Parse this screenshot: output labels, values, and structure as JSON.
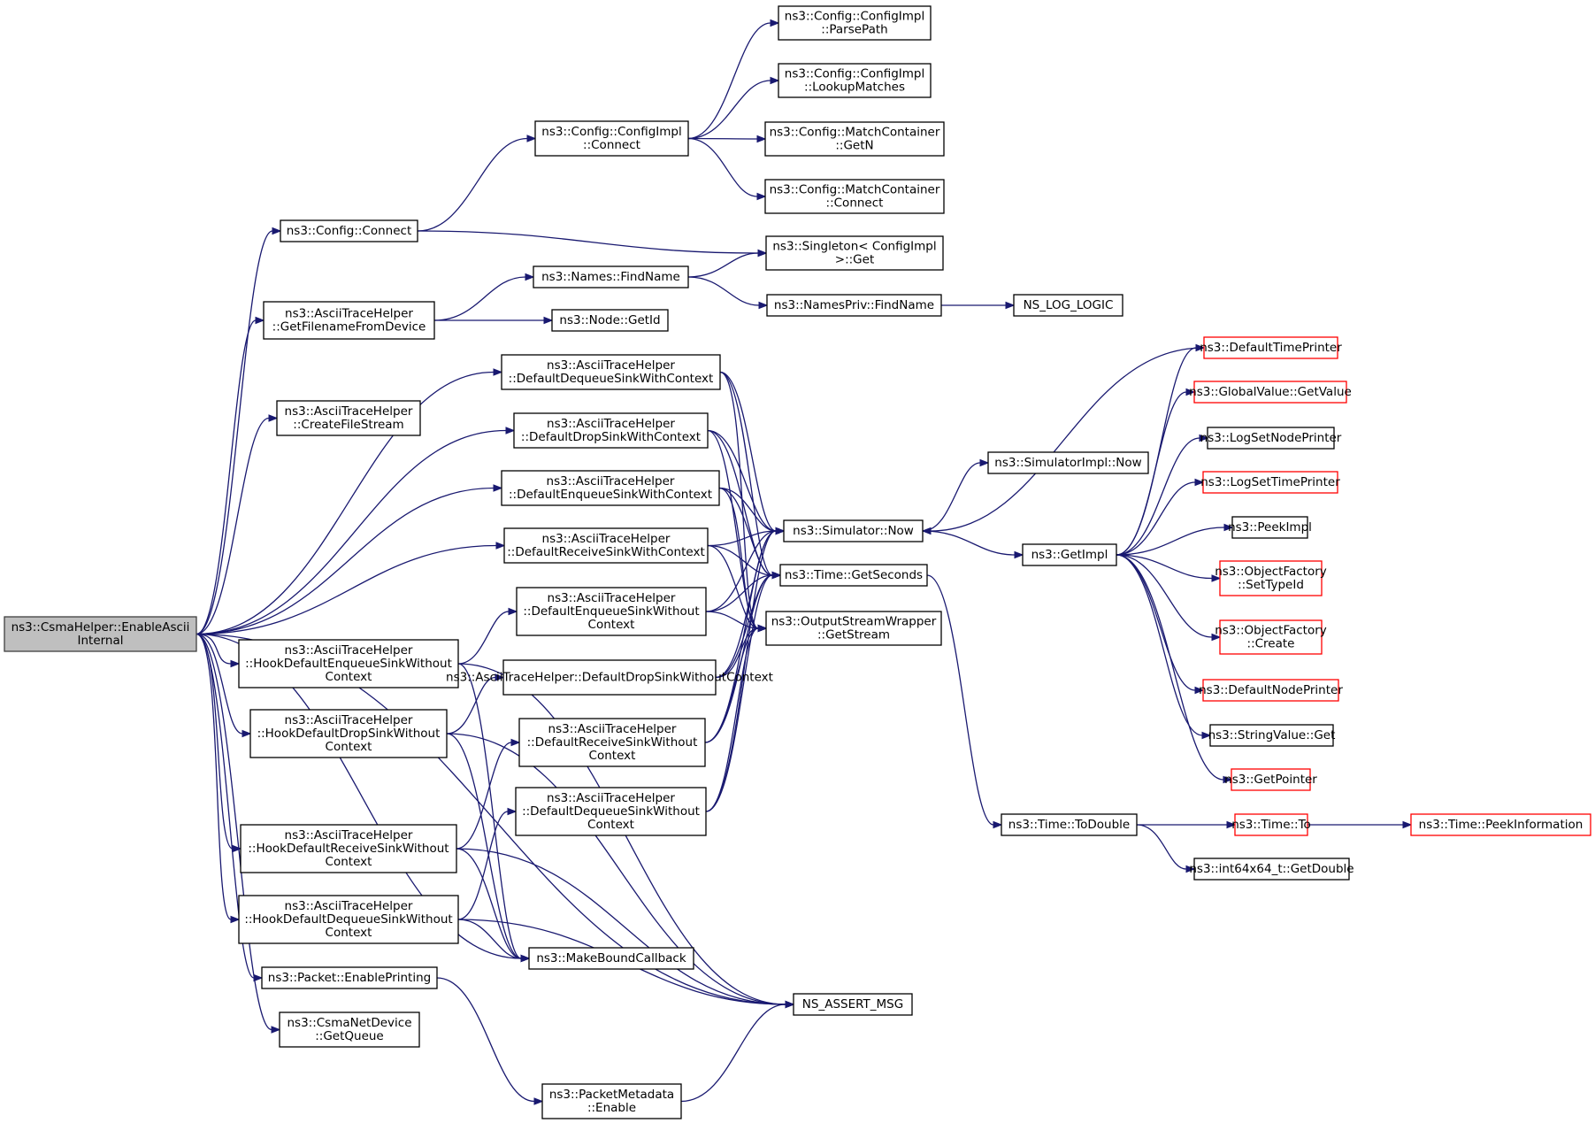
{
  "nodes": [
    {
      "id": "root",
      "lines": [
        "ns3::CsmaHelper::EnableAscii",
        "Internal"
      ],
      "style": "root"
    },
    {
      "id": "config_connect",
      "lines": [
        "ns3::Config::Connect"
      ]
    },
    {
      "id": "getfilename",
      "lines": [
        "ns3::AsciiTraceHelper",
        "::GetFilenameFromDevice"
      ]
    },
    {
      "id": "createfilestream",
      "lines": [
        "ns3::AsciiTraceHelper",
        "::CreateFileStream"
      ]
    },
    {
      "id": "deq_ctx",
      "lines": [
        "ns3::AsciiTraceHelper",
        "::DefaultDequeueSinkWithContext"
      ]
    },
    {
      "id": "drop_ctx",
      "lines": [
        "ns3::AsciiTraceHelper",
        "::DefaultDropSinkWithContext"
      ]
    },
    {
      "id": "enq_ctx",
      "lines": [
        "ns3::AsciiTraceHelper",
        "::DefaultEnqueueSinkWithContext"
      ]
    },
    {
      "id": "recv_ctx",
      "lines": [
        "ns3::AsciiTraceHelper",
        "::DefaultReceiveSinkWithContext"
      ]
    },
    {
      "id": "hook_enq",
      "lines": [
        "ns3::AsciiTraceHelper",
        "::HookDefaultEnqueueSinkWithout",
        "Context"
      ]
    },
    {
      "id": "hook_drop",
      "lines": [
        "ns3::AsciiTraceHelper",
        "::HookDefaultDropSinkWithout",
        "Context"
      ]
    },
    {
      "id": "hook_recv",
      "lines": [
        "ns3::AsciiTraceHelper",
        "::HookDefaultReceiveSinkWithout",
        "Context"
      ]
    },
    {
      "id": "hook_deq",
      "lines": [
        "ns3::AsciiTraceHelper",
        "::HookDefaultDequeueSinkWithout",
        "Context"
      ]
    },
    {
      "id": "pkt_enable",
      "lines": [
        "ns3::Packet::EnablePrinting"
      ]
    },
    {
      "id": "csma_getqueue",
      "lines": [
        "ns3::CsmaNetDevice",
        "::GetQueue"
      ]
    },
    {
      "id": "cfgimpl_connect",
      "lines": [
        "ns3::Config::ConfigImpl",
        "::Connect"
      ]
    },
    {
      "id": "names_find",
      "lines": [
        "ns3::Names::FindName"
      ]
    },
    {
      "id": "node_getid",
      "lines": [
        "ns3::Node::GetId"
      ]
    },
    {
      "id": "enq_wo",
      "lines": [
        "ns3::AsciiTraceHelper",
        "::DefaultEnqueueSinkWithout",
        "Context"
      ]
    },
    {
      "id": "drop_wo",
      "lines": [
        "ns3::AsciiTraceHelper::DefaultDropSinkWithoutContext"
      ]
    },
    {
      "id": "recv_wo",
      "lines": [
        "ns3::AsciiTraceHelper",
        "::DefaultReceiveSinkWithout",
        "Context"
      ]
    },
    {
      "id": "deq_wo",
      "lines": [
        "ns3::AsciiTraceHelper",
        "::DefaultDequeueSinkWithout",
        "Context"
      ]
    },
    {
      "id": "makebound",
      "lines": [
        "ns3::MakeBoundCallback"
      ]
    },
    {
      "id": "pktmeta_enable",
      "lines": [
        "ns3::PacketMetadata",
        "::Enable"
      ]
    },
    {
      "id": "parsepath",
      "lines": [
        "ns3::Config::ConfigImpl",
        "::ParsePath"
      ]
    },
    {
      "id": "lookup",
      "lines": [
        "ns3::Config::ConfigImpl",
        "::LookupMatches"
      ]
    },
    {
      "id": "mc_getn",
      "lines": [
        "ns3::Config::MatchContainer",
        "::GetN"
      ]
    },
    {
      "id": "mc_connect",
      "lines": [
        "ns3::Config::MatchContainer",
        "::Connect"
      ]
    },
    {
      "id": "singleton",
      "lines": [
        "ns3::Singleton< ConfigImpl",
        " >::Get"
      ]
    },
    {
      "id": "namespriv",
      "lines": [
        "ns3::NamesPriv::FindName"
      ]
    },
    {
      "id": "sim_now",
      "lines": [
        "ns3::Simulator::Now"
      ]
    },
    {
      "id": "time_getsec",
      "lines": [
        "ns3::Time::GetSeconds"
      ]
    },
    {
      "id": "osw_getstream",
      "lines": [
        "ns3::OutputStreamWrapper",
        "::GetStream"
      ]
    },
    {
      "id": "assert_msg",
      "lines": [
        "NS_ASSERT_MSG"
      ]
    },
    {
      "id": "ns_log_logic",
      "lines": [
        "NS_LOG_LOGIC"
      ]
    },
    {
      "id": "simimpl_now",
      "lines": [
        "ns3::SimulatorImpl::Now"
      ]
    },
    {
      "id": "getimpl",
      "lines": [
        "ns3::GetImpl"
      ]
    },
    {
      "id": "time_todouble",
      "lines": [
        "ns3::Time::ToDouble"
      ]
    },
    {
      "id": "default_time_printer",
      "lines": [
        "ns3::DefaultTimePrinter"
      ],
      "style": "red"
    },
    {
      "id": "globalvalue_get",
      "lines": [
        "ns3::GlobalValue::GetValue"
      ],
      "style": "red"
    },
    {
      "id": "log_setnode",
      "lines": [
        "ns3::LogSetNodePrinter"
      ]
    },
    {
      "id": "log_settime",
      "lines": [
        "ns3::LogSetTimePrinter"
      ],
      "style": "red"
    },
    {
      "id": "peekimpl",
      "lines": [
        "ns3::PeekImpl"
      ]
    },
    {
      "id": "of_settypeid",
      "lines": [
        "ns3::ObjectFactory",
        "::SetTypeId"
      ],
      "style": "red"
    },
    {
      "id": "of_create",
      "lines": [
        "ns3::ObjectFactory",
        "::Create"
      ],
      "style": "red"
    },
    {
      "id": "default_node_printer",
      "lines": [
        "ns3::DefaultNodePrinter"
      ],
      "style": "red"
    },
    {
      "id": "stringvalue_get",
      "lines": [
        "ns3::StringValue::Get"
      ]
    },
    {
      "id": "getpointer",
      "lines": [
        "ns3::GetPointer"
      ],
      "style": "red"
    },
    {
      "id": "time_to",
      "lines": [
        "ns3::Time::To"
      ],
      "style": "red"
    },
    {
      "id": "peekinfo",
      "lines": [
        "ns3::Time::PeekInformation"
      ],
      "style": "red"
    },
    {
      "id": "int64_getdouble",
      "lines": [
        "ns3::int64x64_t::GetDouble"
      ]
    }
  ]
}
